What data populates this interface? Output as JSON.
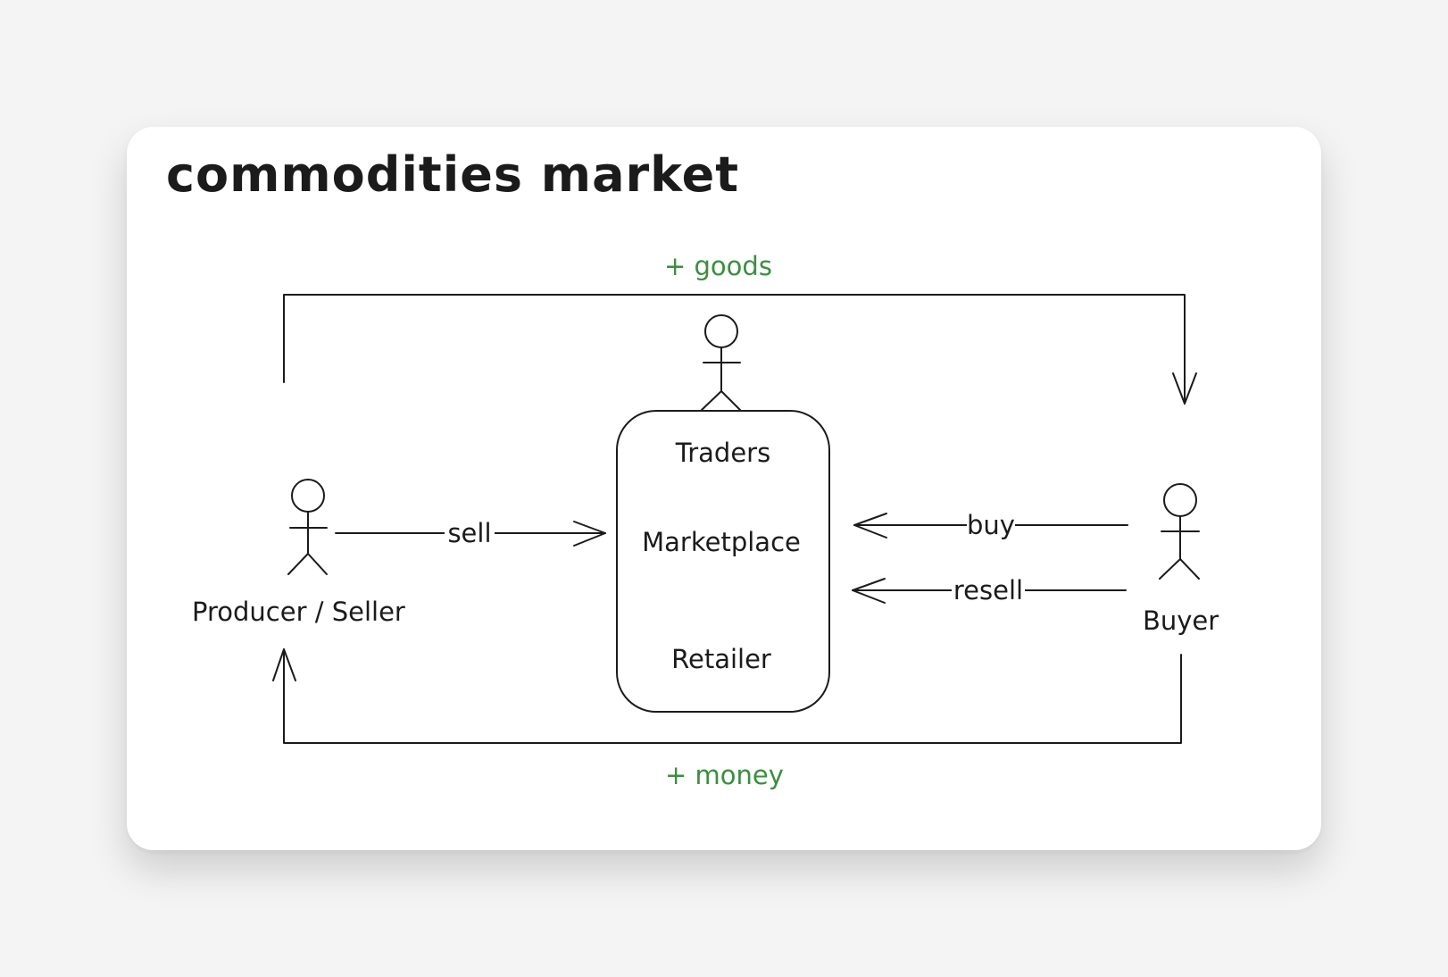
{
  "diagram": {
    "title": "commodities market",
    "actors": {
      "producer": "Producer / Seller",
      "buyer": "Buyer"
    },
    "box": {
      "traders": "Traders",
      "marketplace": "Marketplace",
      "retailer": "Retailer"
    },
    "edges": {
      "sell": "sell",
      "buy": "buy",
      "resell": "resell",
      "goods": "+ goods",
      "money": "+ money"
    },
    "colors": {
      "ink": "#1b1b1b",
      "accent_green": "#3a8f3e",
      "card": "#ffffff",
      "background": "#f4f4f4"
    }
  }
}
